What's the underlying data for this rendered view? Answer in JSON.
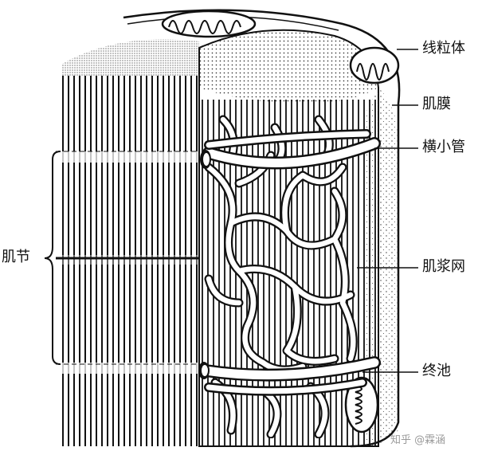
{
  "labels": {
    "mitochondrion": "线粒体",
    "sarcolemma": "肌膜",
    "t_tubule": "横小管",
    "sarcomere": "肌节",
    "sarcoplasmic_reticulum": "肌浆网",
    "terminal_cisterna": "终池"
  },
  "watermark": "知乎 @霖涵",
  "colors": {
    "ink": "#111111",
    "paper": "#ffffff",
    "watermark": "#9a9a9a"
  }
}
